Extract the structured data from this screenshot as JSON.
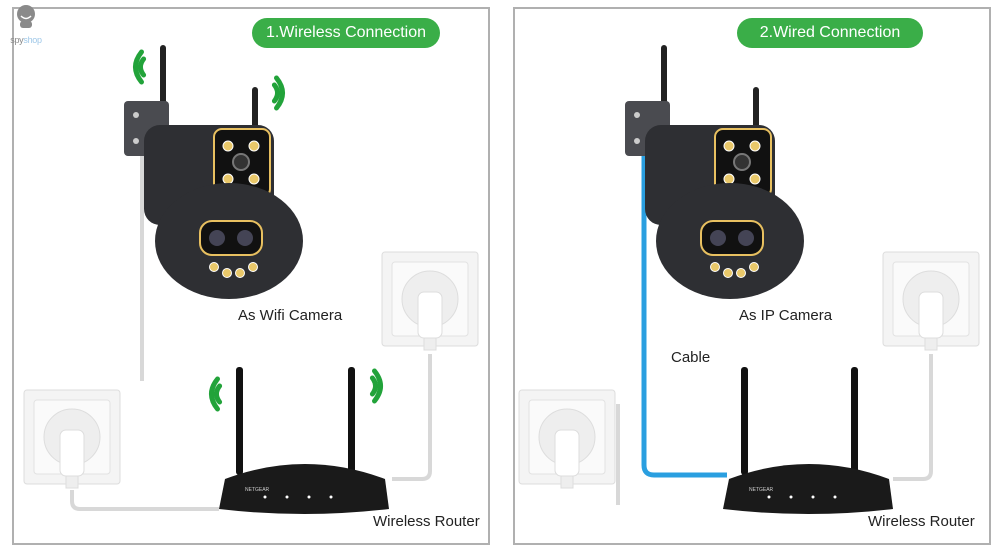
{
  "logo": {
    "part1": "spy",
    "part2": "shop"
  },
  "colors": {
    "pill": "#3aae48",
    "wifi": "#22a33a",
    "cable_blue": "#2a9fe0",
    "cable_white": "#d8d8d8",
    "camera": "#2e2f33",
    "router": "#1a1a1a"
  },
  "panels": [
    {
      "title": "1.Wireless Connection",
      "camera_label": "As Wifi Camera",
      "router_label": "Wireless Router",
      "cable_label": ""
    },
    {
      "title": "2.Wired Connection",
      "camera_label": "As IP Camera",
      "router_label": "Wireless Router",
      "cable_label": "Cable"
    }
  ],
  "router_brand": "NETGEAR"
}
